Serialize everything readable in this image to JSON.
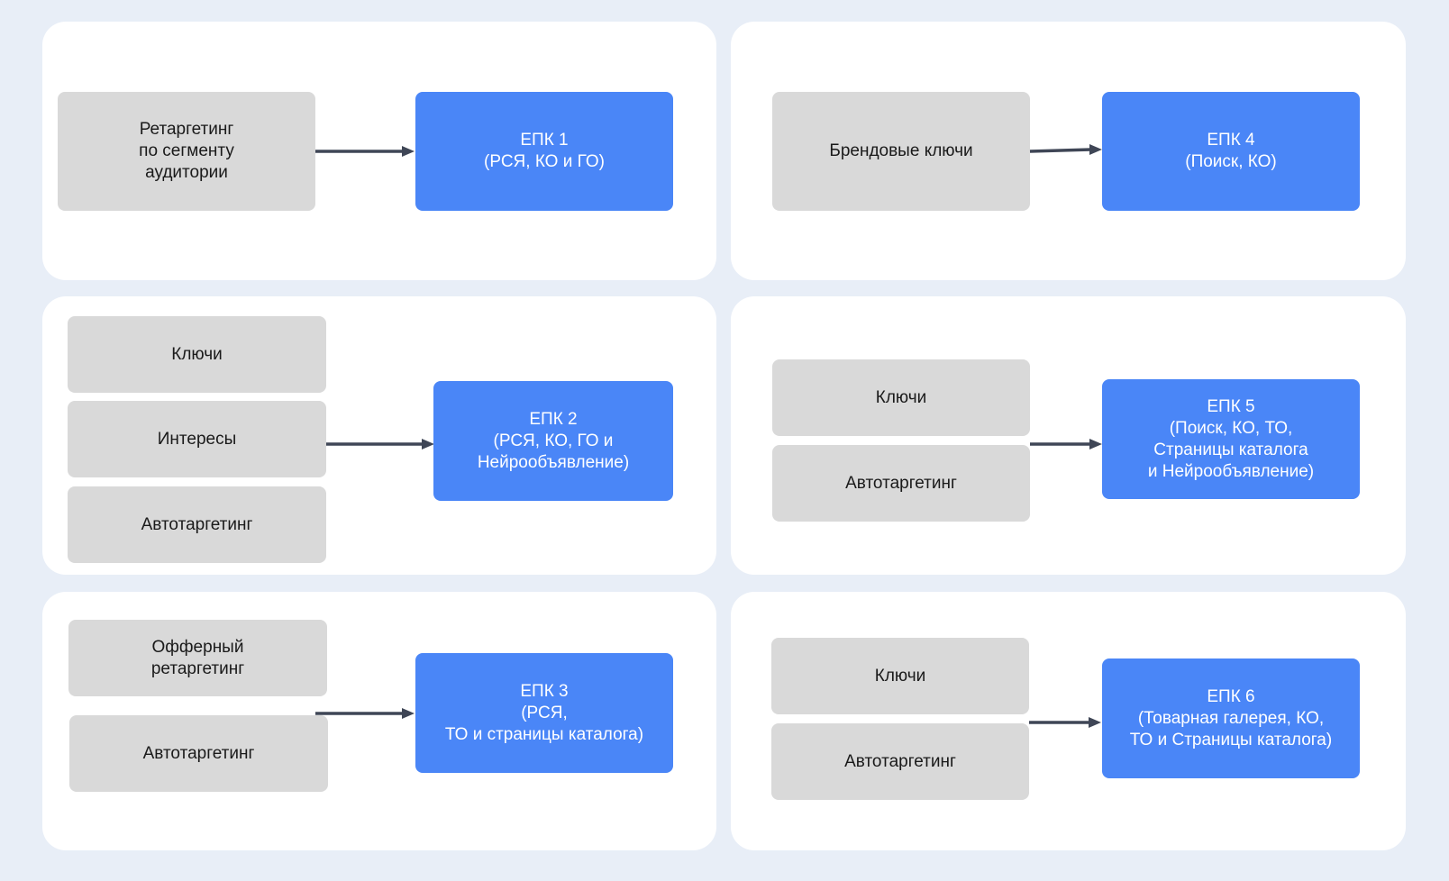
{
  "colors": {
    "background": "#e8eef7",
    "panel": "#ffffff",
    "source_box": "#d9d9d9",
    "target_box": "#4a86f7",
    "arrow": "#3f4656"
  },
  "panels": [
    {
      "sources": [
        "Ретаргетинг\nпо сегменту\nаудитории"
      ],
      "target": "ЕПК 1\n(РСЯ, КО и ГО)"
    },
    {
      "sources": [
        "Брендовые ключи"
      ],
      "target": "ЕПК 4\n(Поиск, КО)"
    },
    {
      "sources": [
        "Ключи",
        "Интересы",
        "Автотаргетинг"
      ],
      "target": "ЕПК 2\n(РСЯ, КО, ГО и\nНейрообъявление)"
    },
    {
      "sources": [
        "Ключи",
        "Автотаргетинг"
      ],
      "target": "ЕПК 5\n(Поиск, КО, ТО,\nСтраницы каталога\nи Нейрообъявление)"
    },
    {
      "sources": [
        "Офферный\nретаргетинг",
        "Автотаргетинг"
      ],
      "target": "ЕПК 3\n(РСЯ,\nТО и страницы каталога)"
    },
    {
      "sources": [
        "Ключи",
        "Автотаргетинг"
      ],
      "target": "ЕПК 6\n(Товарная галерея, КО,\nТО и Страницы каталога)"
    }
  ]
}
